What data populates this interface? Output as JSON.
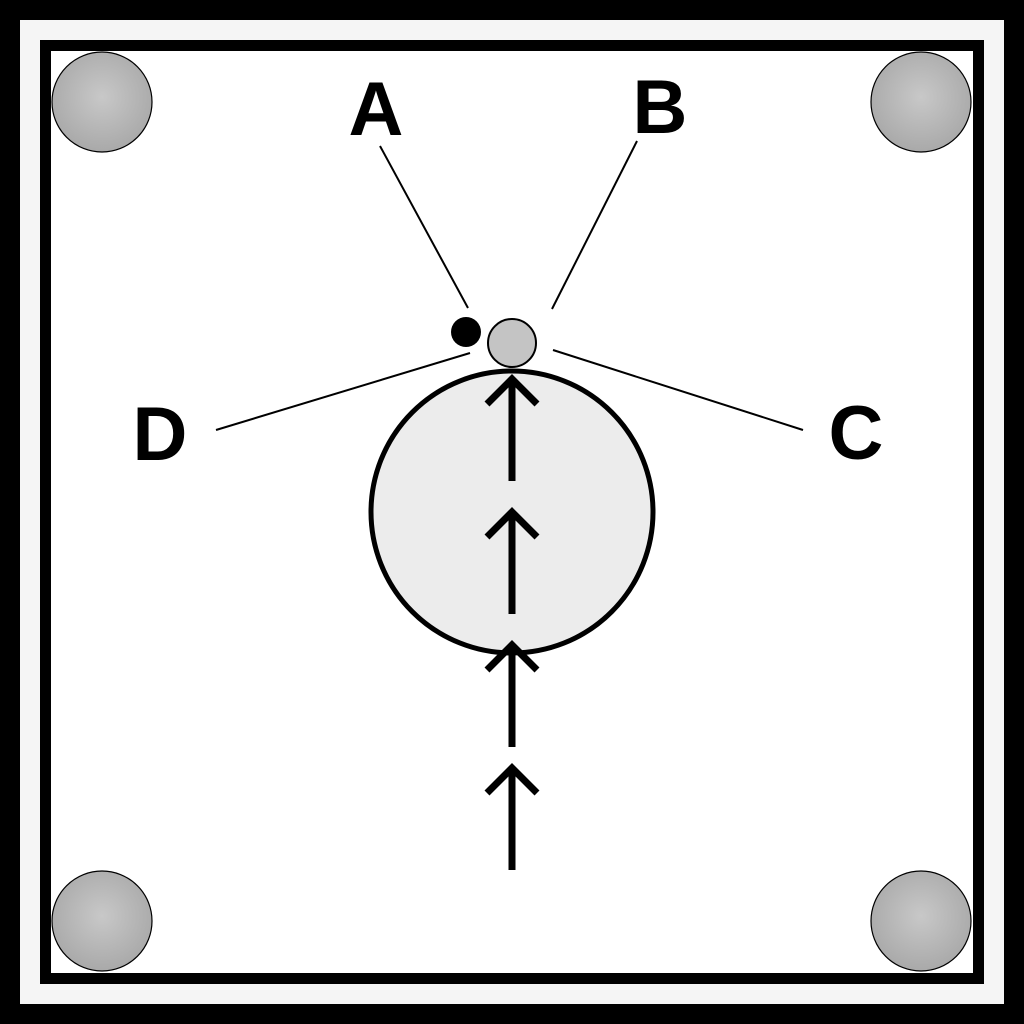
{
  "labels": {
    "a": "A",
    "b": "B",
    "c": "C",
    "d": "D"
  },
  "colors": {
    "outer_frame": "#000000",
    "border_band": "#f5f5f5",
    "board": "#ffffff",
    "inner_border": "#000000",
    "large_circle_fill": "#ececec",
    "small_gray_circle_fill": "#c4c4c4",
    "corner_disc_fill": "#bdbdbd",
    "black_dot": "#000000"
  },
  "icons": {
    "corner_discs": "corner-disc-icon",
    "arrows": "up-arrow-icon"
  }
}
